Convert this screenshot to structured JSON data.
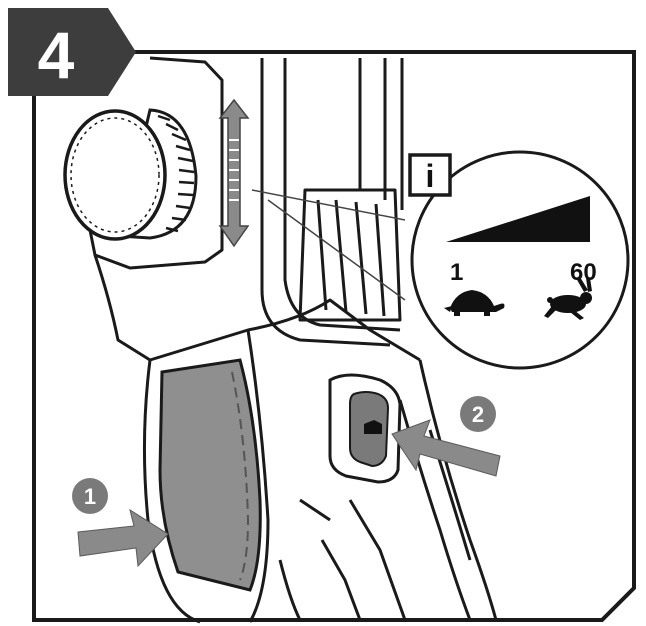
{
  "step": {
    "number": "4"
  },
  "callouts": {
    "trigger": {
      "number": "1"
    },
    "button": {
      "number": "2"
    }
  },
  "info": {
    "icon_letter": "i",
    "speed_scale": {
      "min_label": "1",
      "max_label": "60"
    },
    "slow_symbol": "turtle-icon",
    "fast_symbol": "rabbit-icon"
  },
  "colors": {
    "ink": "#1a1a1a",
    "step_badge": "#3d3d3d",
    "trigger_fill": "#8f8f8f",
    "callout_fill": "#7a7a7a",
    "arrow_fill": "#8a8a8a",
    "wheel_fill": "#ffffff"
  }
}
